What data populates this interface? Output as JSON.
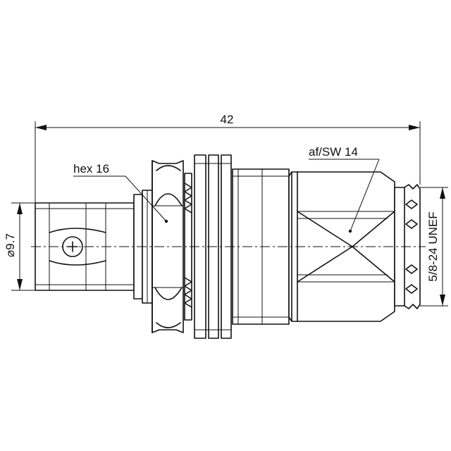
{
  "dimensions": {
    "overall_length": "42",
    "hex_size": "hex 16",
    "wrench_size": "af/SW 14",
    "diameter": "⌀9.7",
    "thread": "5/8-24 UNEF"
  },
  "colors": {
    "line": "#111111",
    "background": "#ffffff"
  }
}
